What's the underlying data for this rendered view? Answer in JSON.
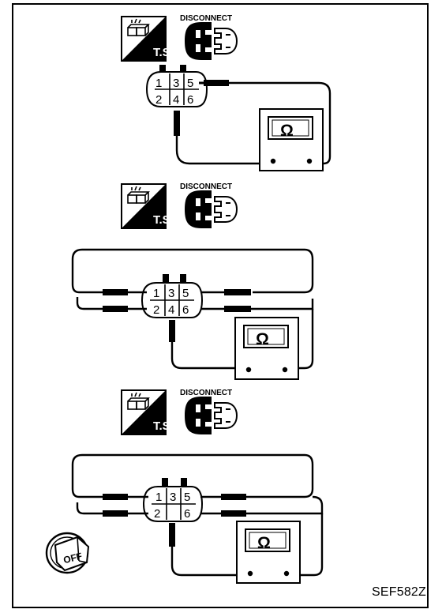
{
  "label_disconnect": "DISCONNECT",
  "label_ts": "T.S.",
  "label_ohm": "Ω",
  "label_off": "OFF",
  "figure_id": "SEF582Z",
  "step1_pins": [
    "1",
    "3",
    "5",
    "2",
    "4",
    "6"
  ],
  "step2_pins": [
    "1",
    "3",
    "5",
    "2",
    "4",
    "6"
  ],
  "step3_pins": [
    "1",
    "3",
    "5",
    "2",
    "6"
  ],
  "colors": {
    "ink": "#000000",
    "paper": "#ffffff"
  }
}
